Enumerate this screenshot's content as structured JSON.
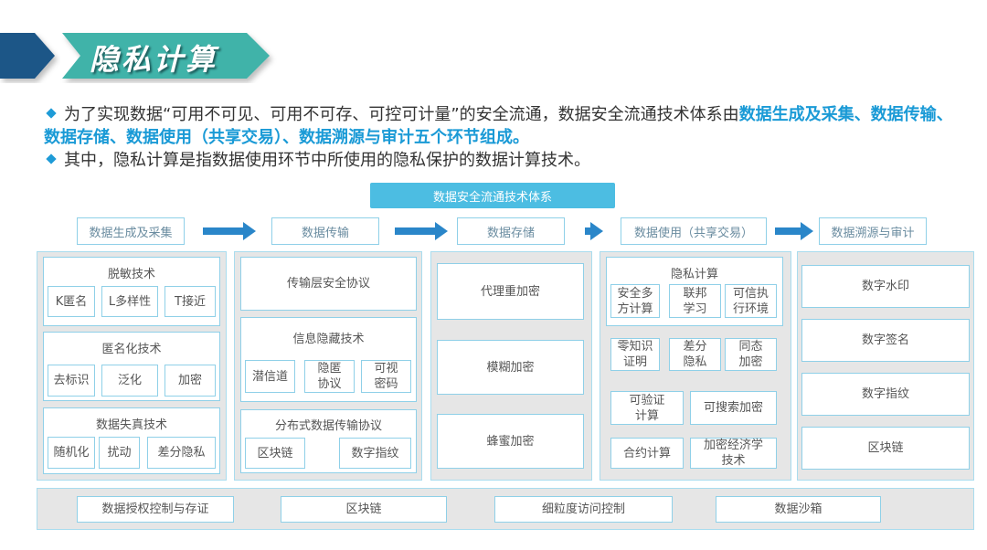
{
  "title": "隐私计算",
  "bullets": [
    {
      "text": "为了实现数据“可用不可见、可用不可存、可控可计量”的安全流通，数据安全流通技术体系由",
      "highlight": "数据生成及采集、数据传输、数据存储、数据使用（共享交易）、数据溯源与审计五个环节组成。"
    },
    {
      "text": "其中，隐私计算是指数据使用环节中所使用的隐私保护的数据计算技术。"
    }
  ],
  "diagram": {
    "header": "数据安全流通技术体系",
    "stages": [
      "数据生成及采集",
      "数据传输",
      "数据存储",
      "数据使用（共享交易）",
      "数据溯源与审计"
    ],
    "col1": {
      "groups": [
        {
          "title": "脱敏技术",
          "items": [
            "K匿名",
            "L多样性",
            "T接近"
          ]
        },
        {
          "title": "匿名化技术",
          "items": [
            "去标识",
            "泛化",
            "加密"
          ]
        },
        {
          "title": "数据失真技术",
          "items": [
            "随机化",
            "扰动",
            "差分隐私"
          ]
        }
      ]
    },
    "col2": {
      "top": "传输层安全协议",
      "groups": [
        {
          "title": "信息隐藏技术",
          "items": [
            "潜信道",
            "隐匿\n协议",
            "可视\n密码"
          ]
        },
        {
          "title": "分布式数据传输协议",
          "items": [
            "区块链",
            "数字指纹"
          ]
        }
      ]
    },
    "col3": {
      "items": [
        "代理重加密",
        "模糊加密",
        "蜂蜜加密"
      ]
    },
    "col4": {
      "group": {
        "title": "隐私计算",
        "items": [
          "安全多\n方计算",
          "联邦\n学习",
          "可信执\n行环境"
        ]
      },
      "items": [
        "零知识\n证明",
        "差分\n隐私",
        "同态\n加密",
        "可验证\n计算",
        "可搜索加密",
        "合约计算",
        "加密经济学\n技术"
      ]
    },
    "col5": {
      "items": [
        "数字水印",
        "数字签名",
        "数字指纹",
        "区块链"
      ]
    },
    "bottom": [
      "数据授权控制与存证",
      "区块链",
      "细粒度访问控制",
      "数据沙箱"
    ]
  }
}
